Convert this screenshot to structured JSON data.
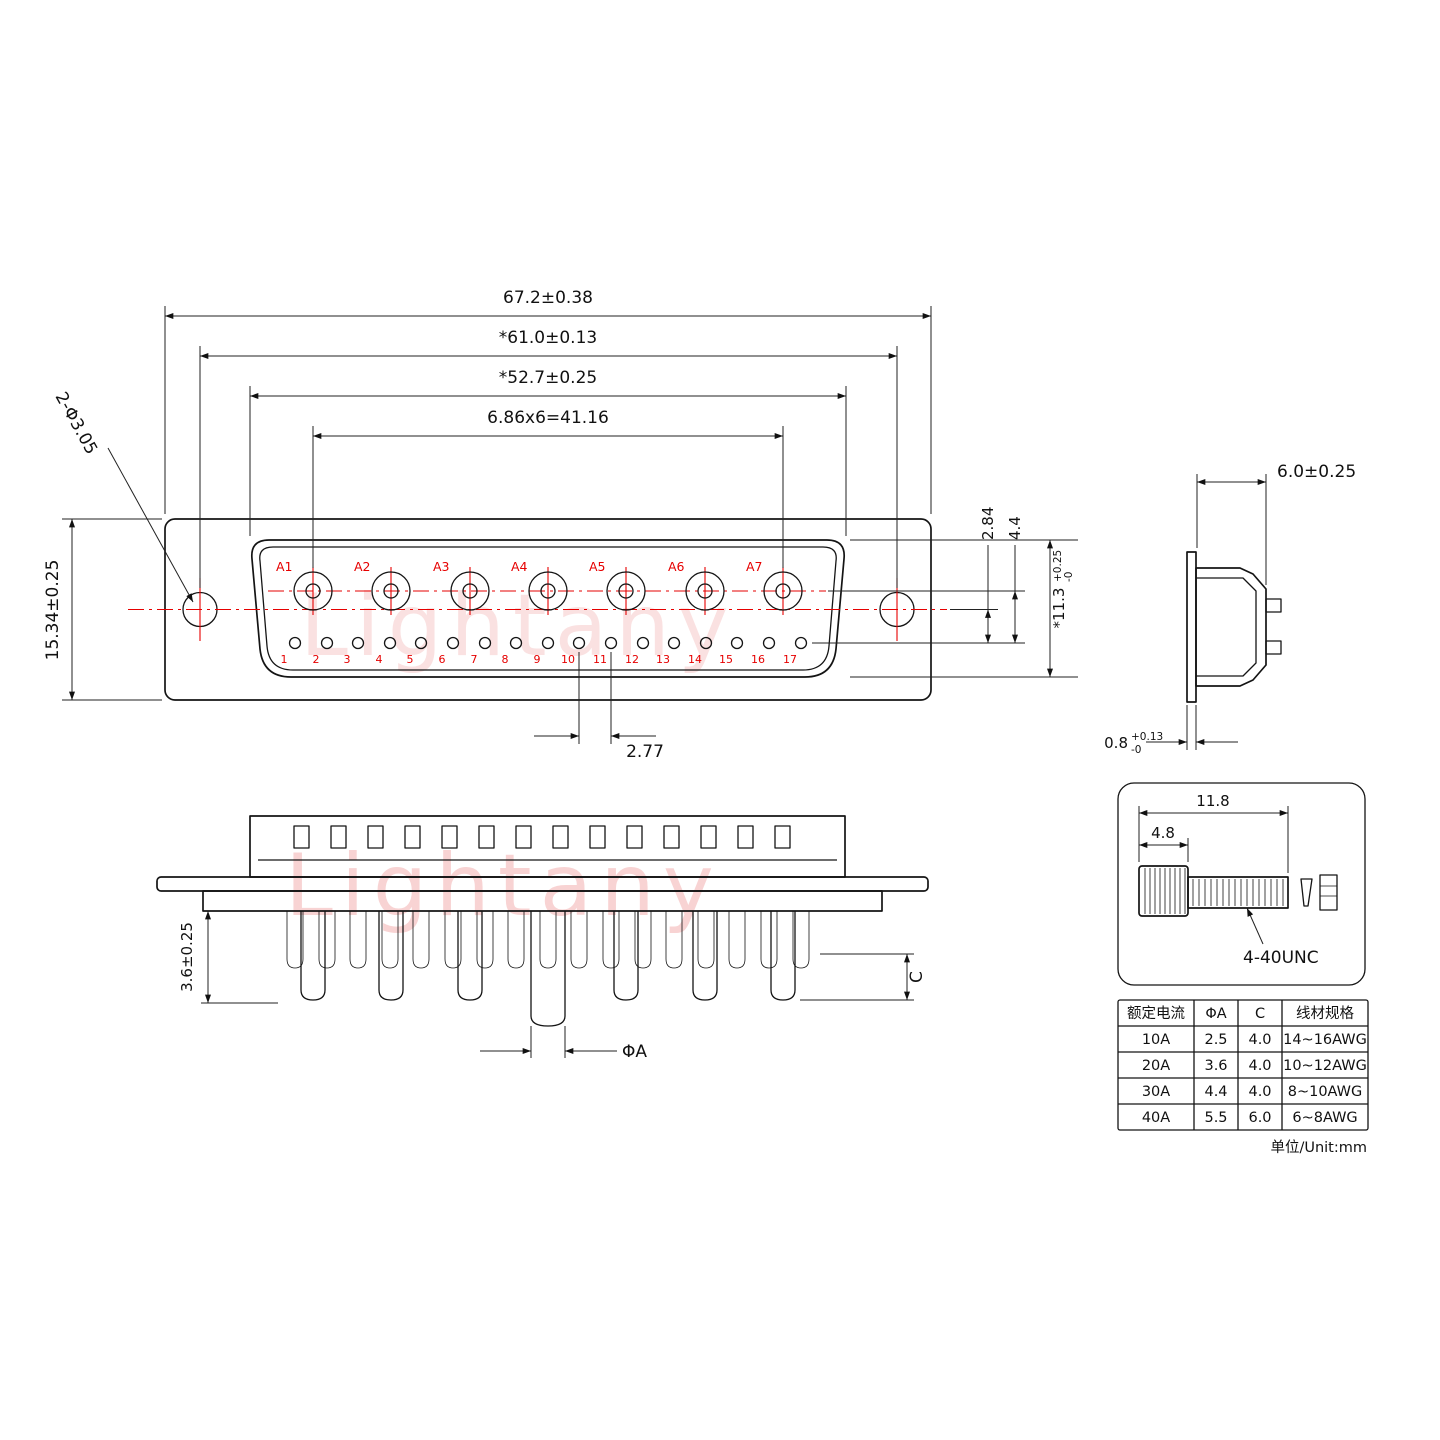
{
  "watermark": {
    "text": "Lightany"
  },
  "front_view": {
    "dims": {
      "overall_width": "67.2±0.38",
      "hole_span": "*61.0±0.13",
      "shroud_width": "*52.7±0.25",
      "pin_pitch": "6.86x6=41.16",
      "height": "15.34±0.25",
      "mount_holes": "2-Φ3.05",
      "row_offset": "2.84",
      "row_gap": "4.4",
      "shroud_height": "*11.3",
      "shroud_height_tol_up": "+0.25",
      "shroud_height_tol_dn": "-0",
      "small_pitch": "2.77"
    },
    "power_pins": [
      "A1",
      "A2",
      "A3",
      "A4",
      "A5",
      "A6",
      "A7"
    ],
    "signal_pins": [
      "1",
      "2",
      "3",
      "4",
      "5",
      "6",
      "7",
      "8",
      "9",
      "10",
      "11",
      "12",
      "13",
      "14",
      "15",
      "16",
      "17"
    ]
  },
  "side_view": {
    "dims": {
      "depth": "6.0±0.25",
      "flange_thickness": "0.8",
      "flange_tol_up": "+0.13",
      "flange_tol_dn": "-0"
    }
  },
  "rear_view": {
    "dims": {
      "cup_length": "3.6±0.25",
      "big_pin_dia": "ΦA",
      "small_cup_dia": "C"
    }
  },
  "screw_detail": {
    "dims": {
      "length": "11.8",
      "head_width": "4.8"
    },
    "thread_label": "4-40UNC"
  },
  "spec_table": {
    "headers": [
      "额定电流",
      "ΦA",
      "C",
      "线材规格"
    ],
    "rows": [
      [
        "10A",
        "2.5",
        "4.0",
        "14~16AWG"
      ],
      [
        "20A",
        "3.6",
        "4.0",
        "10~12AWG"
      ],
      [
        "30A",
        "4.4",
        "4.0",
        "8~10AWG"
      ],
      [
        "40A",
        "5.5",
        "6.0",
        "6~8AWG"
      ]
    ],
    "unit_note": "单位/Unit:mm"
  }
}
